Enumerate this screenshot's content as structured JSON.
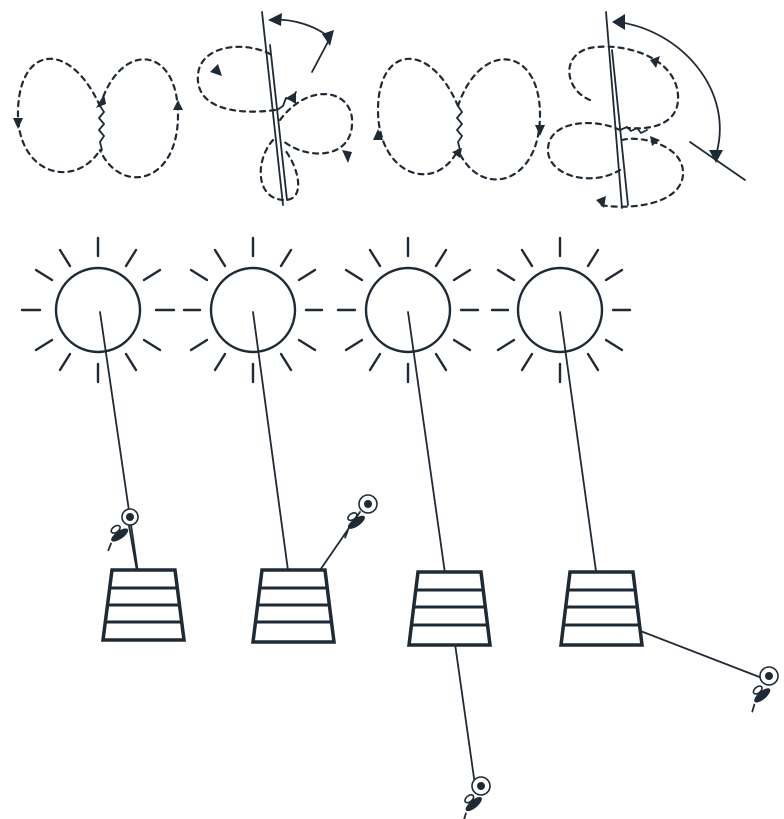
{
  "figure": {
    "ink_color": "#1e2a36",
    "background_color": "#ffffff",
    "dances": [
      {
        "type": "round-dance-waggle",
        "rotation_deg": 0
      },
      {
        "type": "waggle-dance",
        "rotation_deg": -6
      },
      {
        "type": "round-dance-waggle",
        "rotation_deg": 0
      },
      {
        "type": "waggle-dance",
        "rotation_deg": 0
      }
    ],
    "suns": [
      {
        "id": "sun-1"
      },
      {
        "id": "sun-2"
      },
      {
        "id": "sun-3"
      },
      {
        "id": "sun-4"
      }
    ],
    "hives": [
      {
        "id": "hive-1",
        "forager_direction": "toward-sun"
      },
      {
        "id": "hive-2",
        "forager_direction": "right-of-sun"
      },
      {
        "id": "hive-3",
        "forager_direction": "away-from-sun"
      },
      {
        "id": "hive-4",
        "forager_direction": "right-down"
      }
    ],
    "icons": [
      "sun-icon",
      "beehive-icon",
      "bee-icon",
      "flower-icon",
      "rotation-arrow-icon"
    ]
  }
}
